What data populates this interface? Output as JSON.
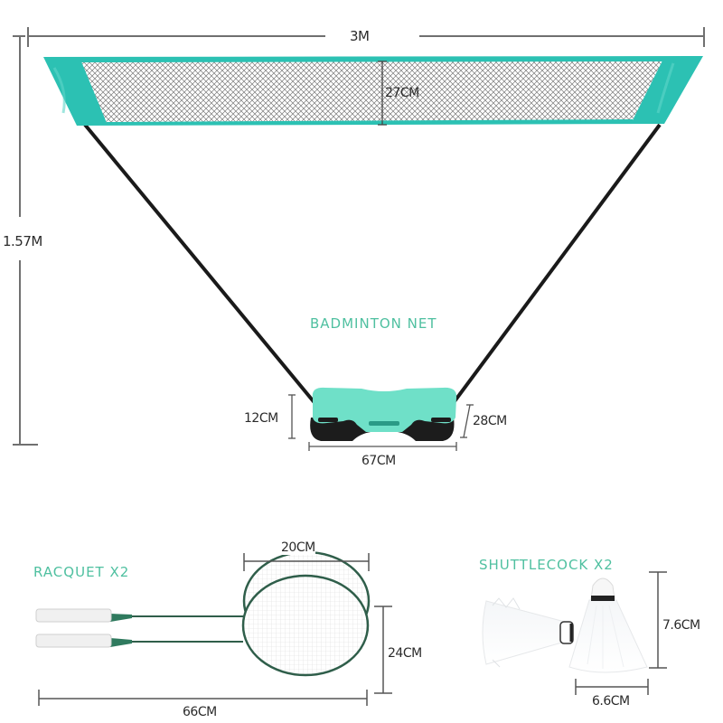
{
  "colors": {
    "net_teal": "#2cc1b3",
    "net_teal_dark": "#1fa89c",
    "base_mint": "#6fe0c8",
    "accent_text": "#4fc0a0",
    "racquet_green": "#2f7a5e",
    "dimension_line": "#666666",
    "pole": "#1a1a1a"
  },
  "net": {
    "title": "BADMINTON NET",
    "width_label": "3M",
    "height_label": "1.57M",
    "mesh_height_label": "27CM",
    "base": {
      "height_label": "12CM",
      "depth_label": "28CM",
      "width_label": "67CM"
    }
  },
  "racquet": {
    "title": "RACQUET  X2",
    "head_width_label": "20CM",
    "head_height_label": "24CM",
    "length_label": "66CM"
  },
  "shuttlecock": {
    "title": "SHUTTLECOCK  X2",
    "height_label": "7.6CM",
    "width_label": "6.6CM"
  }
}
